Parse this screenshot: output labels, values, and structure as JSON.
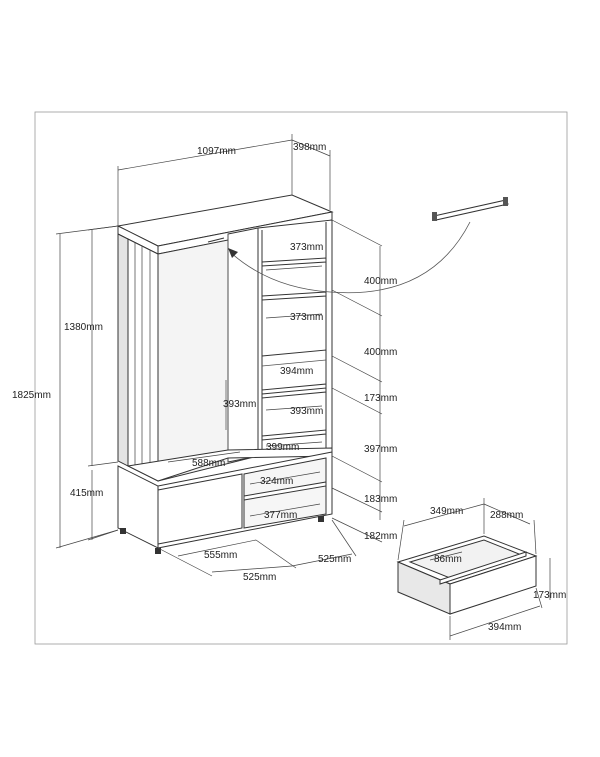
{
  "dimensions": {
    "width_total": "1097mm",
    "depth": "398mm",
    "height_total": "1825mm",
    "height_upper": "1380mm",
    "height_lower": "415mm",
    "shelf_depth_1": "373mm",
    "shelf_depth_2": "373mm",
    "shelf_gap_1": "400mm",
    "shelf_gap_2": "400mm",
    "drawer_width_front": "394mm",
    "drawer_gap": "173mm",
    "hang_depth": "393mm",
    "shelf_depth_3": "393mm",
    "inner_width_right": "399mm",
    "lower_gap": "397mm",
    "hang_width": "588mm",
    "lower_shelf_depth": "324mm",
    "lower_gap_2": "183mm",
    "lower_shelf_width": "377mm",
    "bottom_gap": "182mm",
    "door_width": "555mm",
    "base_width_left": "525mm",
    "base_width_right": "525mm",
    "rail_gap": "400mm",
    "drawer_depth": "349mm",
    "drawer_side": "288mm",
    "drawer_inner": "86mm",
    "drawer_height": "173mm",
    "drawer_width": "394mm"
  }
}
